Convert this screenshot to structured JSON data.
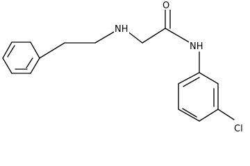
{
  "molecule": {
    "atoms": {
      "oxygen": "O",
      "amine_nitrogen": "NH",
      "amide_nitrogen": "NH",
      "chlorine": "Cl"
    }
  },
  "colors": {
    "bond": "#000000",
    "text": "#000000",
    "background": "#ffffff"
  }
}
